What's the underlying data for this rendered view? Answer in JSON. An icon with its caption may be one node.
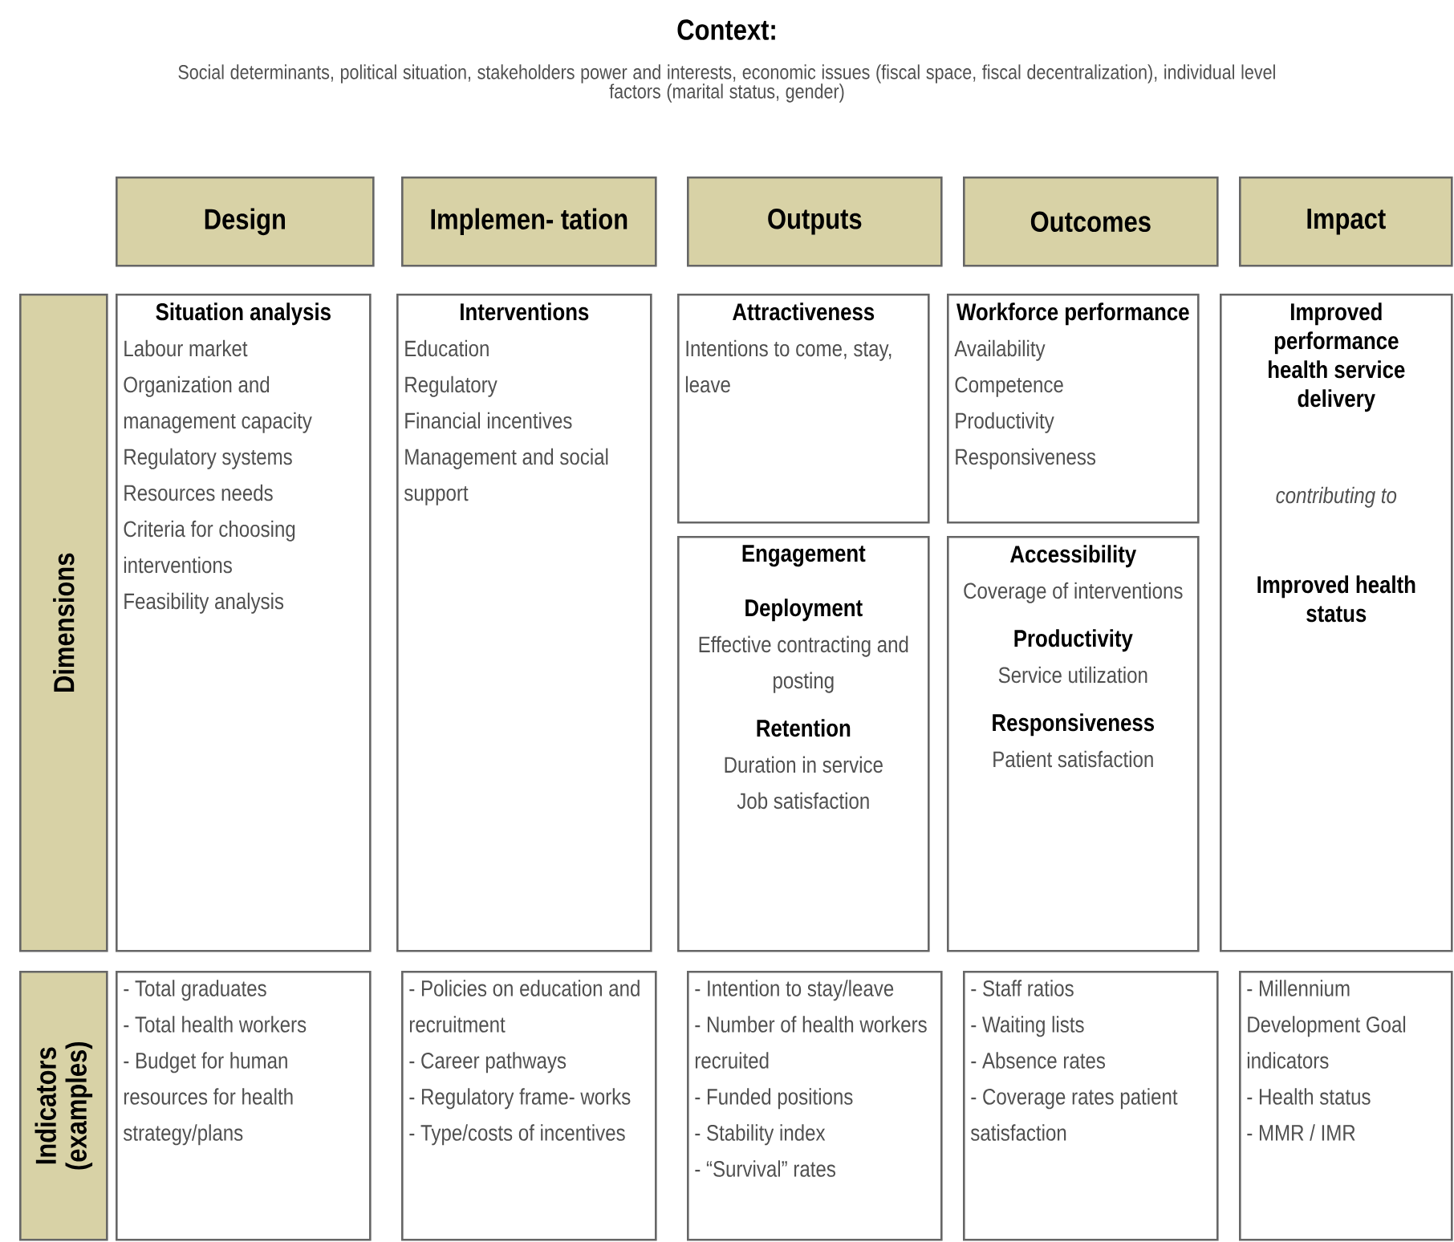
{
  "diagram": {
    "title": "Context:",
    "nodes": [
      {
        "text": [
          "Design"
        ]
      },
      {
        "text": [
          "Implemen- tation"
        ]
      },
      {
        "text": [
          "Outputs"
        ]
      },
      {
        "text": [
          "Outcomes"
        ]
      },
      {
        "text": [
          "Impact"
        ]
      },
      {
        "text": [
          "Dimensions"
        ]
      },
      {
        "text": [
          "Situation analysis",
          "Labour market",
          "Organization and management capacity",
          "Regulatory systems",
          "Resources needs",
          "Criteria for choosing interventions",
          "Feasibility analysis"
        ]
      },
      {
        "text": [
          "Interventions",
          "Education",
          "Regulatory",
          "Financial incentives",
          "Management and social support"
        ]
      },
      {
        "text": [
          "Attractiveness",
          "Intentions to come, stay, leave"
        ]
      },
      {
        "text": [
          "Workforce performance",
          "Availability",
          "Competence",
          "Productivity",
          "Responsiveness"
        ]
      },
      {
        "text": [
          "Improved performance health service delivery",
          "contributing to",
          "Improved health status"
        ]
      },
      {
        "text": [
          "Engagement",
          "Deployment",
          "Effective contracting and posting",
          "Retention",
          "Duration in service",
          "Job satisfaction"
        ]
      },
      {
        "text": [
          "Accessibility",
          "Coverage of interventions",
          "Productivity",
          "Service utilization",
          "Responsiveness",
          "Patient satisfaction"
        ]
      },
      {
        "text": [
          "Indicators (examples)"
        ]
      },
      {
        "text": [
          "- Total graduates",
          "- Total health workers",
          "- Budget for human resources for health strategy/plans"
        ]
      },
      {
        "text": [
          "- Policies on education and recruitment",
          "- Career pathways",
          "- Regulatory frame- works",
          "- Type/costs of incentives"
        ]
      },
      {
        "text": [
          "- Intention to stay/leave",
          "- Number of health workers recruited",
          "- Funded positions",
          "- Stability index",
          "- “Survival” rates"
        ]
      },
      {
        "text": [
          "- Staff ratios",
          "- Waiting lists",
          "- Absence rates",
          "- Coverage rates patient satisfaction"
        ]
      },
      {
        "text": [
          "- Millennium Development Goal indicators",
          "- Health status",
          "- MMR / IMR"
        ]
      }
    ],
    "labels": [
      "Social determinants, political situation, stakeholders power and interests, economic issues (fiscal space, fiscal decentralization), individual level factors (marital status, gender)"
    ]
  }
}
